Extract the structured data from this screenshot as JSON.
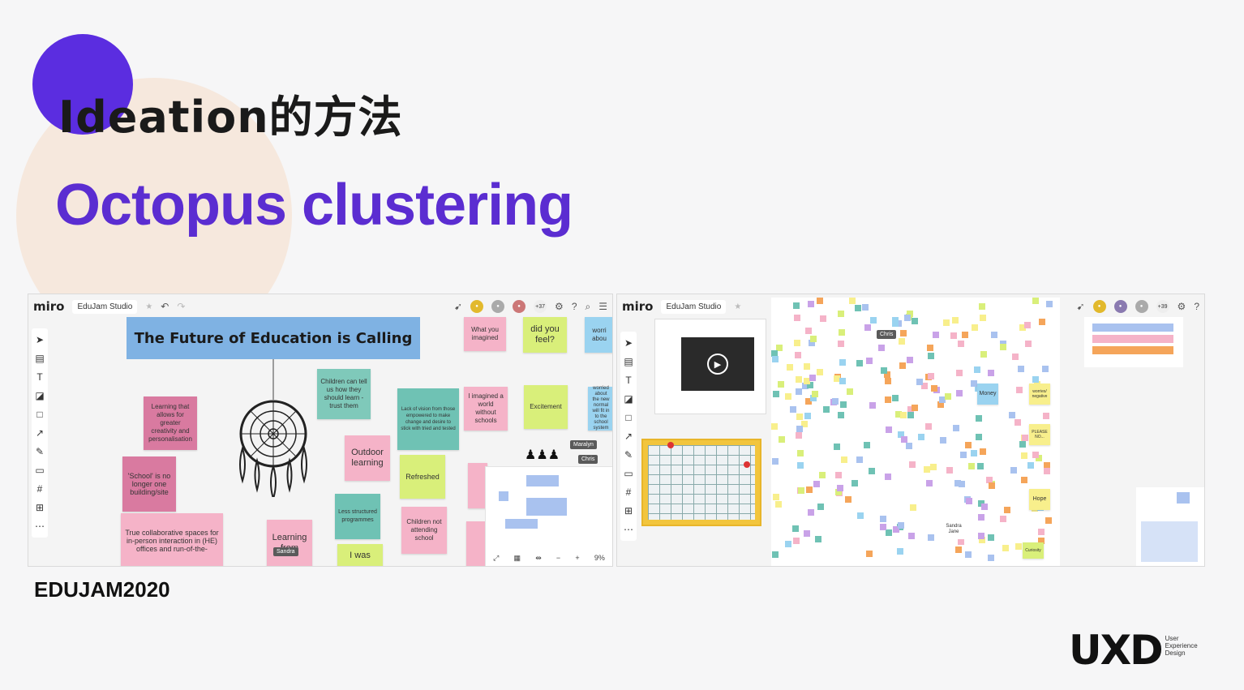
{
  "slide": {
    "heading": "Ideation的方法",
    "subheading": "Octopus clustering",
    "event_label": "EDUJAM2020",
    "brand": {
      "mark": "UXD",
      "sub_lines": [
        "User",
        "Experience",
        "Design"
      ]
    }
  },
  "left_screenshot": {
    "app_logo": "miro",
    "board_name": "EduJam Studio",
    "collaborator_count": "+37",
    "banner_title": "The Future of Education is Calling",
    "stickies": [
      {
        "text": "What you imagined",
        "color": "#f5b3c8"
      },
      {
        "text": "did you feel?",
        "color": "#d9ef7a"
      },
      {
        "text": "worri abou",
        "color": "#9ad3f0"
      },
      {
        "text": "Learning that allows for greater creativity and personalisation",
        "color": "#d97aa0"
      },
      {
        "text": "Children can tell us how they should learn - trust them",
        "color": "#7fc9ba"
      },
      {
        "text": "Lack of vision from those empowered to make change and desire to stick with tried and tested",
        "color": "#6fc2b4"
      },
      {
        "text": "I imagined a world without schools",
        "color": "#f5b3c8"
      },
      {
        "text": "Excitement",
        "color": "#d9ef7a"
      },
      {
        "text": "worried about the new normal will fit in to the school system",
        "color": "#9ad3f0"
      },
      {
        "text": "'School' is no longer one building/site",
        "color": "#d97aa0"
      },
      {
        "text": "Outdoor learning",
        "color": "#f5b3c8"
      },
      {
        "text": "Refreshed",
        "color": "#d9ef7a"
      },
      {
        "text": "True collaborative spaces for in-person interaction in (HE) offices and run-of-the-",
        "color": "#f5b3c8"
      },
      {
        "text": "Learning from",
        "color": "#f5b3c8"
      },
      {
        "text": "Less structured programmes",
        "color": "#6fc2b4"
      },
      {
        "text": "Children not attending school",
        "color": "#f5b3c8"
      },
      {
        "text": "I was",
        "color": "#d9ef7a"
      }
    ],
    "cursors": [
      "Maralyn",
      "Chris",
      "Sandra"
    ],
    "zoom": "9%"
  },
  "right_screenshot": {
    "app_logo": "miro",
    "board_name": "EduJam Studio",
    "collaborator_count": "+39",
    "cursors": [
      "Chris"
    ],
    "labels": [
      "Money",
      "Hope",
      "PLEASE NO...",
      "worries/ negative",
      "Sandra Jane",
      "Curiosity"
    ]
  }
}
